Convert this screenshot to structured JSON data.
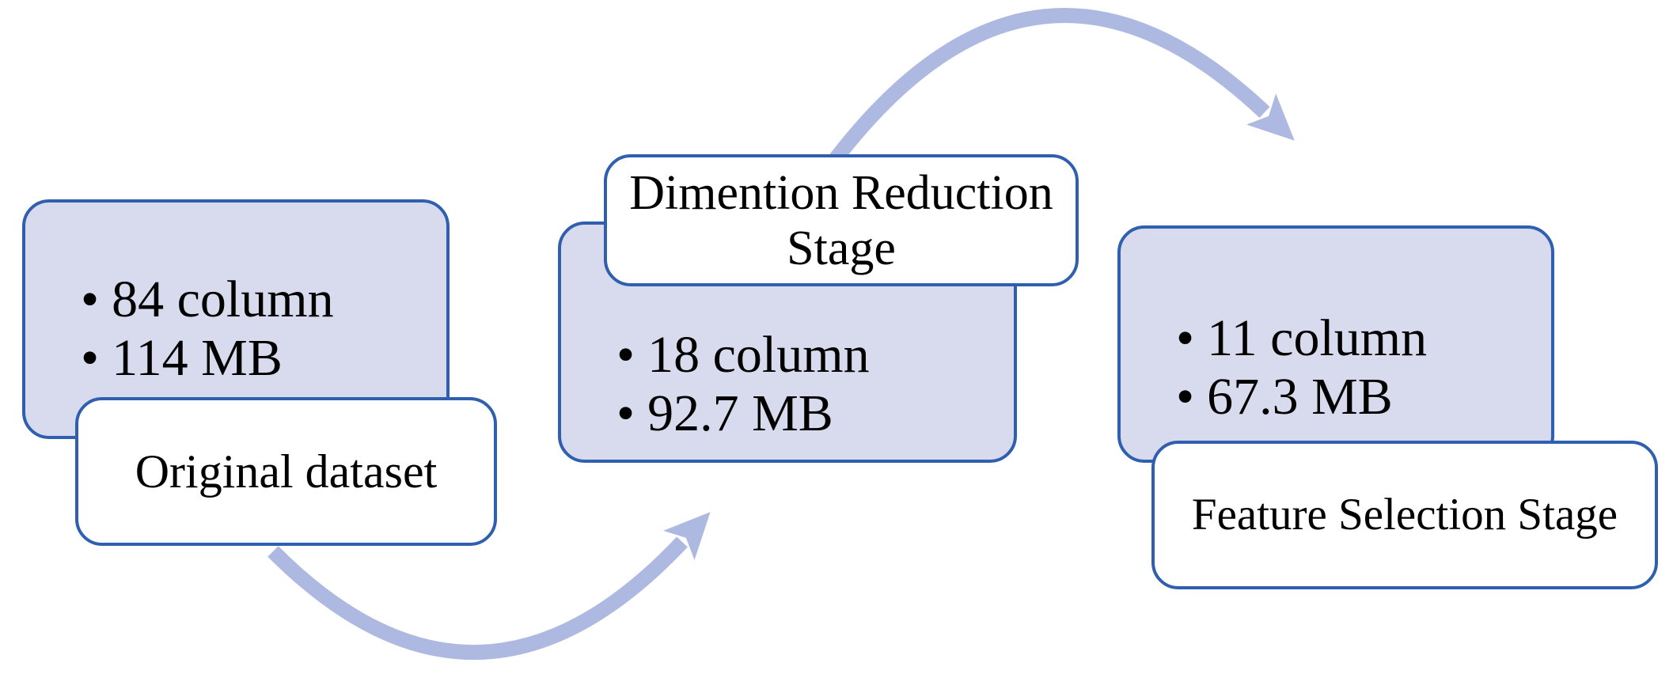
{
  "figure": {
    "type": "flow-diagram",
    "bullet_char": "•",
    "stages": [
      {
        "name": "original-dataset",
        "label_lines": [
          "Original dataset"
        ],
        "bullets": [
          "84 column",
          "114 MB"
        ]
      },
      {
        "name": "dimension-reduction-stage",
        "label_lines": [
          "Dimention Reduction",
          "Stage"
        ],
        "bullets": [
          "18 column",
          "92.7 MB"
        ]
      },
      {
        "name": "feature-selection-stage",
        "label_lines": [
          "Feature Selection Stage"
        ],
        "bullets": [
          "11 column",
          "67.3 MB"
        ]
      }
    ],
    "arrows": [
      {
        "from": "original-dataset",
        "to": "dimension-reduction-stage"
      },
      {
        "from": "dimension-reduction-stage",
        "to": "feature-selection-stage"
      }
    ],
    "colors": {
      "border": "#2f5fae",
      "bullet_box_fill": "#d7dbed",
      "label_box_fill": "#ffffff",
      "arrow": "#adb9e0",
      "text": "#000000",
      "background": "#ffffff"
    }
  }
}
